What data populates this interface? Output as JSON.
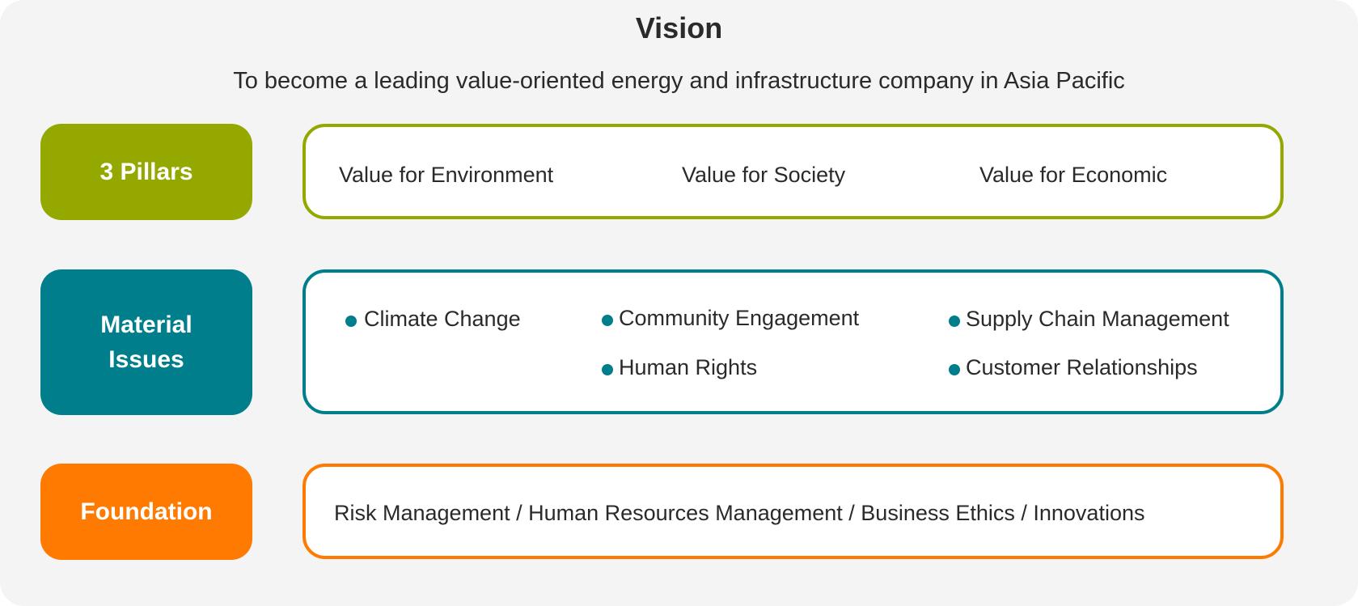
{
  "vision": {
    "title": "Vision",
    "statement": "To become a leading value-oriented energy and infrastructure company in Asia Pacific"
  },
  "rows": {
    "pillars": {
      "label": "3 Pillars",
      "color": "#94a800",
      "items": [
        "Value for Environment",
        "Value for Society",
        "Value for Economic"
      ]
    },
    "material": {
      "label": "Material Issues",
      "color": "#007e8c",
      "items": [
        "Climate Change",
        "Community Engagement",
        "Human Rights",
        "Supply Chain Management",
        "Customer Relationships"
      ]
    },
    "foundation": {
      "label": "Foundation",
      "color": "#ff7a00",
      "text": "Risk Management / Human Resources Management / Business Ethics / Innovations"
    }
  }
}
